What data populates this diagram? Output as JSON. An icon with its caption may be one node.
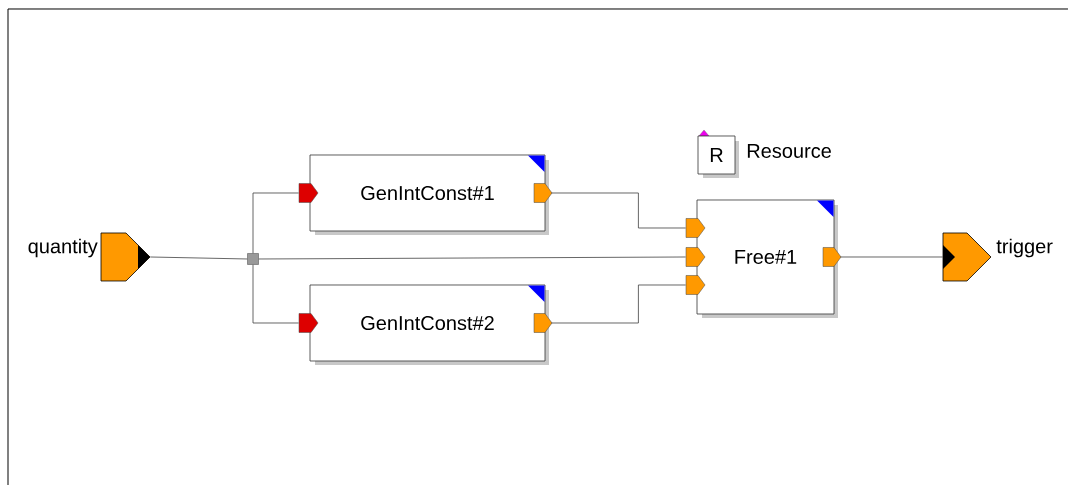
{
  "diagram": {
    "nodes": [
      {
        "text": [
          "quantity"
        ]
      },
      {
        "text": [],
        "shape": "box"
      },
      {
        "text": [
          "GenIntConst#1"
        ]
      },
      {
        "text": [
          "GenIntConst#2"
        ]
      },
      {
        "text": [
          "R"
        ],
        "beside": [
          "Resource"
        ]
      },
      {
        "text": [
          "Free#1"
        ]
      },
      {
        "text": [
          "trigger"
        ]
      }
    ],
    "edges": [
      {
        "from": 0,
        "to": 1,
        "arrow": "none"
      },
      {
        "from": 1,
        "to": 2,
        "arrow": "none"
      },
      {
        "from": 1,
        "to": 3,
        "arrow": "none"
      },
      {
        "from": 1,
        "to": 5,
        "arrow": "none"
      },
      {
        "from": 2,
        "to": 5,
        "arrow": "none"
      },
      {
        "from": 3,
        "to": 5,
        "arrow": "none"
      },
      {
        "from": 5,
        "to": 6,
        "arrow": "none"
      }
    ]
  }
}
